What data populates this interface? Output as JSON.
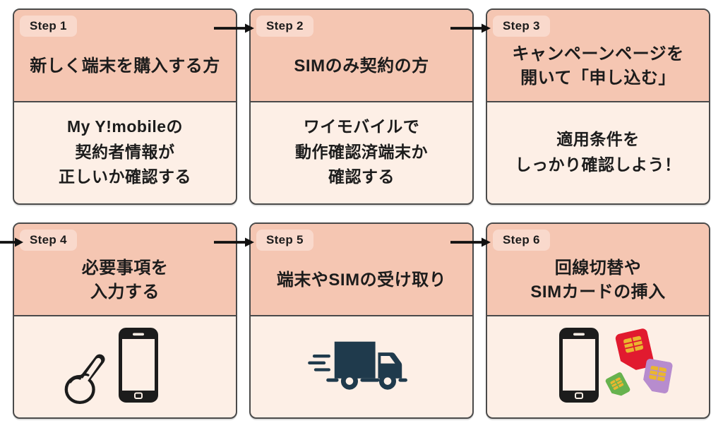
{
  "diagram": {
    "type": "step-flow",
    "language": "ja",
    "grid": {
      "rows": 2,
      "cols": 3
    }
  },
  "colors": {
    "page_bg": "#ffffff",
    "card_header_bg": "#f5c6b2",
    "card_body_bg": "#fdefe6",
    "badge_bg": "#f9d9cc",
    "card_border": "#4a4a4a",
    "text": "#1c1c1c",
    "arrow": "#111111",
    "truck": "#1f3a4c",
    "sim_red": "#e11a2f",
    "sim_purple": "#b78cce",
    "sim_green": "#67b24e",
    "sim_chip_gold": "#eab62f"
  },
  "steps": [
    {
      "step_label": "Step 1",
      "title": "新しく端末を購入する方",
      "body_text": "My Y!mobileの\n契約者情報が\n正しいか確認する",
      "icons": []
    },
    {
      "step_label": "Step 2",
      "title": "SIMのみ契約の方",
      "body_text": "ワイモバイルで\n動作確認済端末か\n確認する",
      "icons": []
    },
    {
      "step_label": "Step 3",
      "title": "キャンペーンページを\n開いて「申し込む」",
      "body_text": "適用条件を\nしっかり確認しよう！",
      "icons": []
    },
    {
      "step_label": "Step 4",
      "title": "必要事項を\n入力する",
      "body_text": "",
      "icons": [
        "pointing-hand-icon",
        "smartphone-icon"
      ]
    },
    {
      "step_label": "Step 5",
      "title": "端末やSIMの受け取り",
      "body_text": "",
      "icons": [
        "delivery-truck-icon"
      ]
    },
    {
      "step_label": "Step 6",
      "title": "回線切替や\nSIMカードの挿入",
      "body_text": "",
      "icons": [
        "smartphone-icon",
        "sim-card-red-icon",
        "sim-card-purple-icon",
        "sim-card-green-icon"
      ]
    }
  ],
  "arrows": [
    {
      "from": "Step 1",
      "to": "Step 2"
    },
    {
      "from": "Step 2",
      "to": "Step 3"
    },
    {
      "from": "Step 3",
      "to": "Step 4"
    },
    {
      "from": "Step 4",
      "to": "Step 5"
    },
    {
      "from": "Step 5",
      "to": "Step 6"
    }
  ]
}
